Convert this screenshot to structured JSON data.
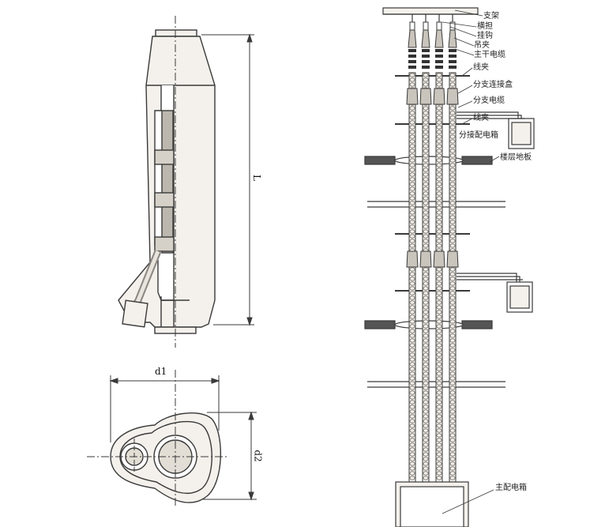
{
  "left_figure": {
    "dimension_L": "L",
    "dimension_d1": "d1",
    "dimension_d2": "d2"
  },
  "right_figure": {
    "labels": {
      "bracket": "支架",
      "crossbar": "横担",
      "hook": "挂钩",
      "clamp_hanger": "吊夹",
      "main_cable": "主干电缆",
      "wire_clamp_1": "线夹",
      "branch_box": "分支连接盒",
      "branch_cable": "分支电缆",
      "wire_clamp_2": "线夹",
      "distribution_box": "分接配电箱",
      "floor_slab": "楼层地板",
      "main_distribution_box": "主配电箱"
    }
  },
  "colors": {
    "line": "#3a3a3a",
    "fill_light": "#f4f1ec",
    "fill_gray": "#c9c4bc",
    "fill_dark": "#555555",
    "cable": "#8a8580"
  }
}
